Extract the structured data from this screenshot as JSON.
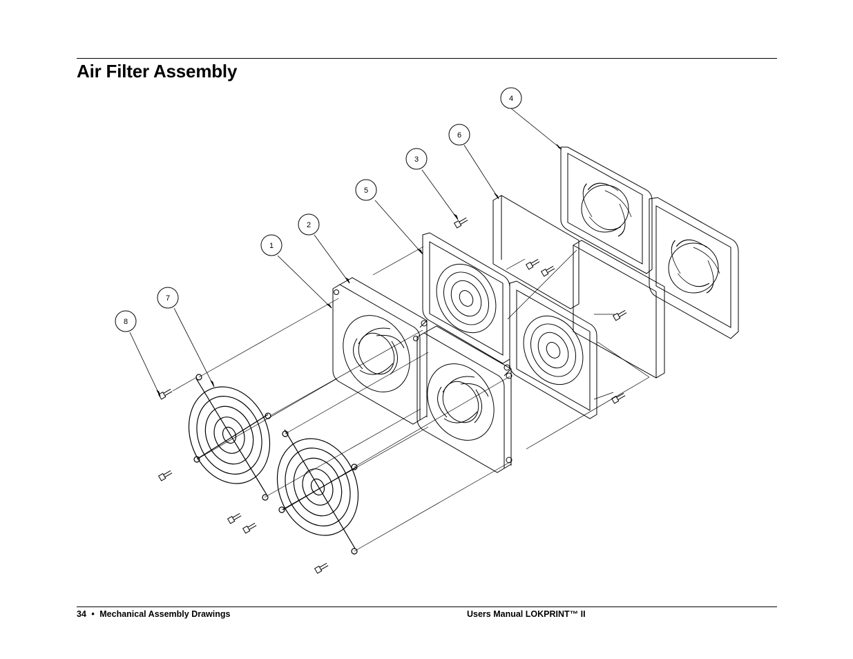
{
  "page": {
    "title": "Air Filter Assembly"
  },
  "drawing": {
    "callouts": [
      {
        "id": "callout-1",
        "label": "1"
      },
      {
        "id": "callout-2",
        "label": "2"
      },
      {
        "id": "callout-3",
        "label": "3"
      },
      {
        "id": "callout-4",
        "label": "4"
      },
      {
        "id": "callout-5",
        "label": "5"
      },
      {
        "id": "callout-6",
        "label": "6"
      },
      {
        "id": "callout-7",
        "label": "7"
      },
      {
        "id": "callout-8",
        "label": "8"
      }
    ]
  },
  "footer": {
    "page_number": "34",
    "bullet": "•",
    "section": "Mechanical Assembly Drawings",
    "manual": "Users Manual LOKPRINT™ II"
  }
}
